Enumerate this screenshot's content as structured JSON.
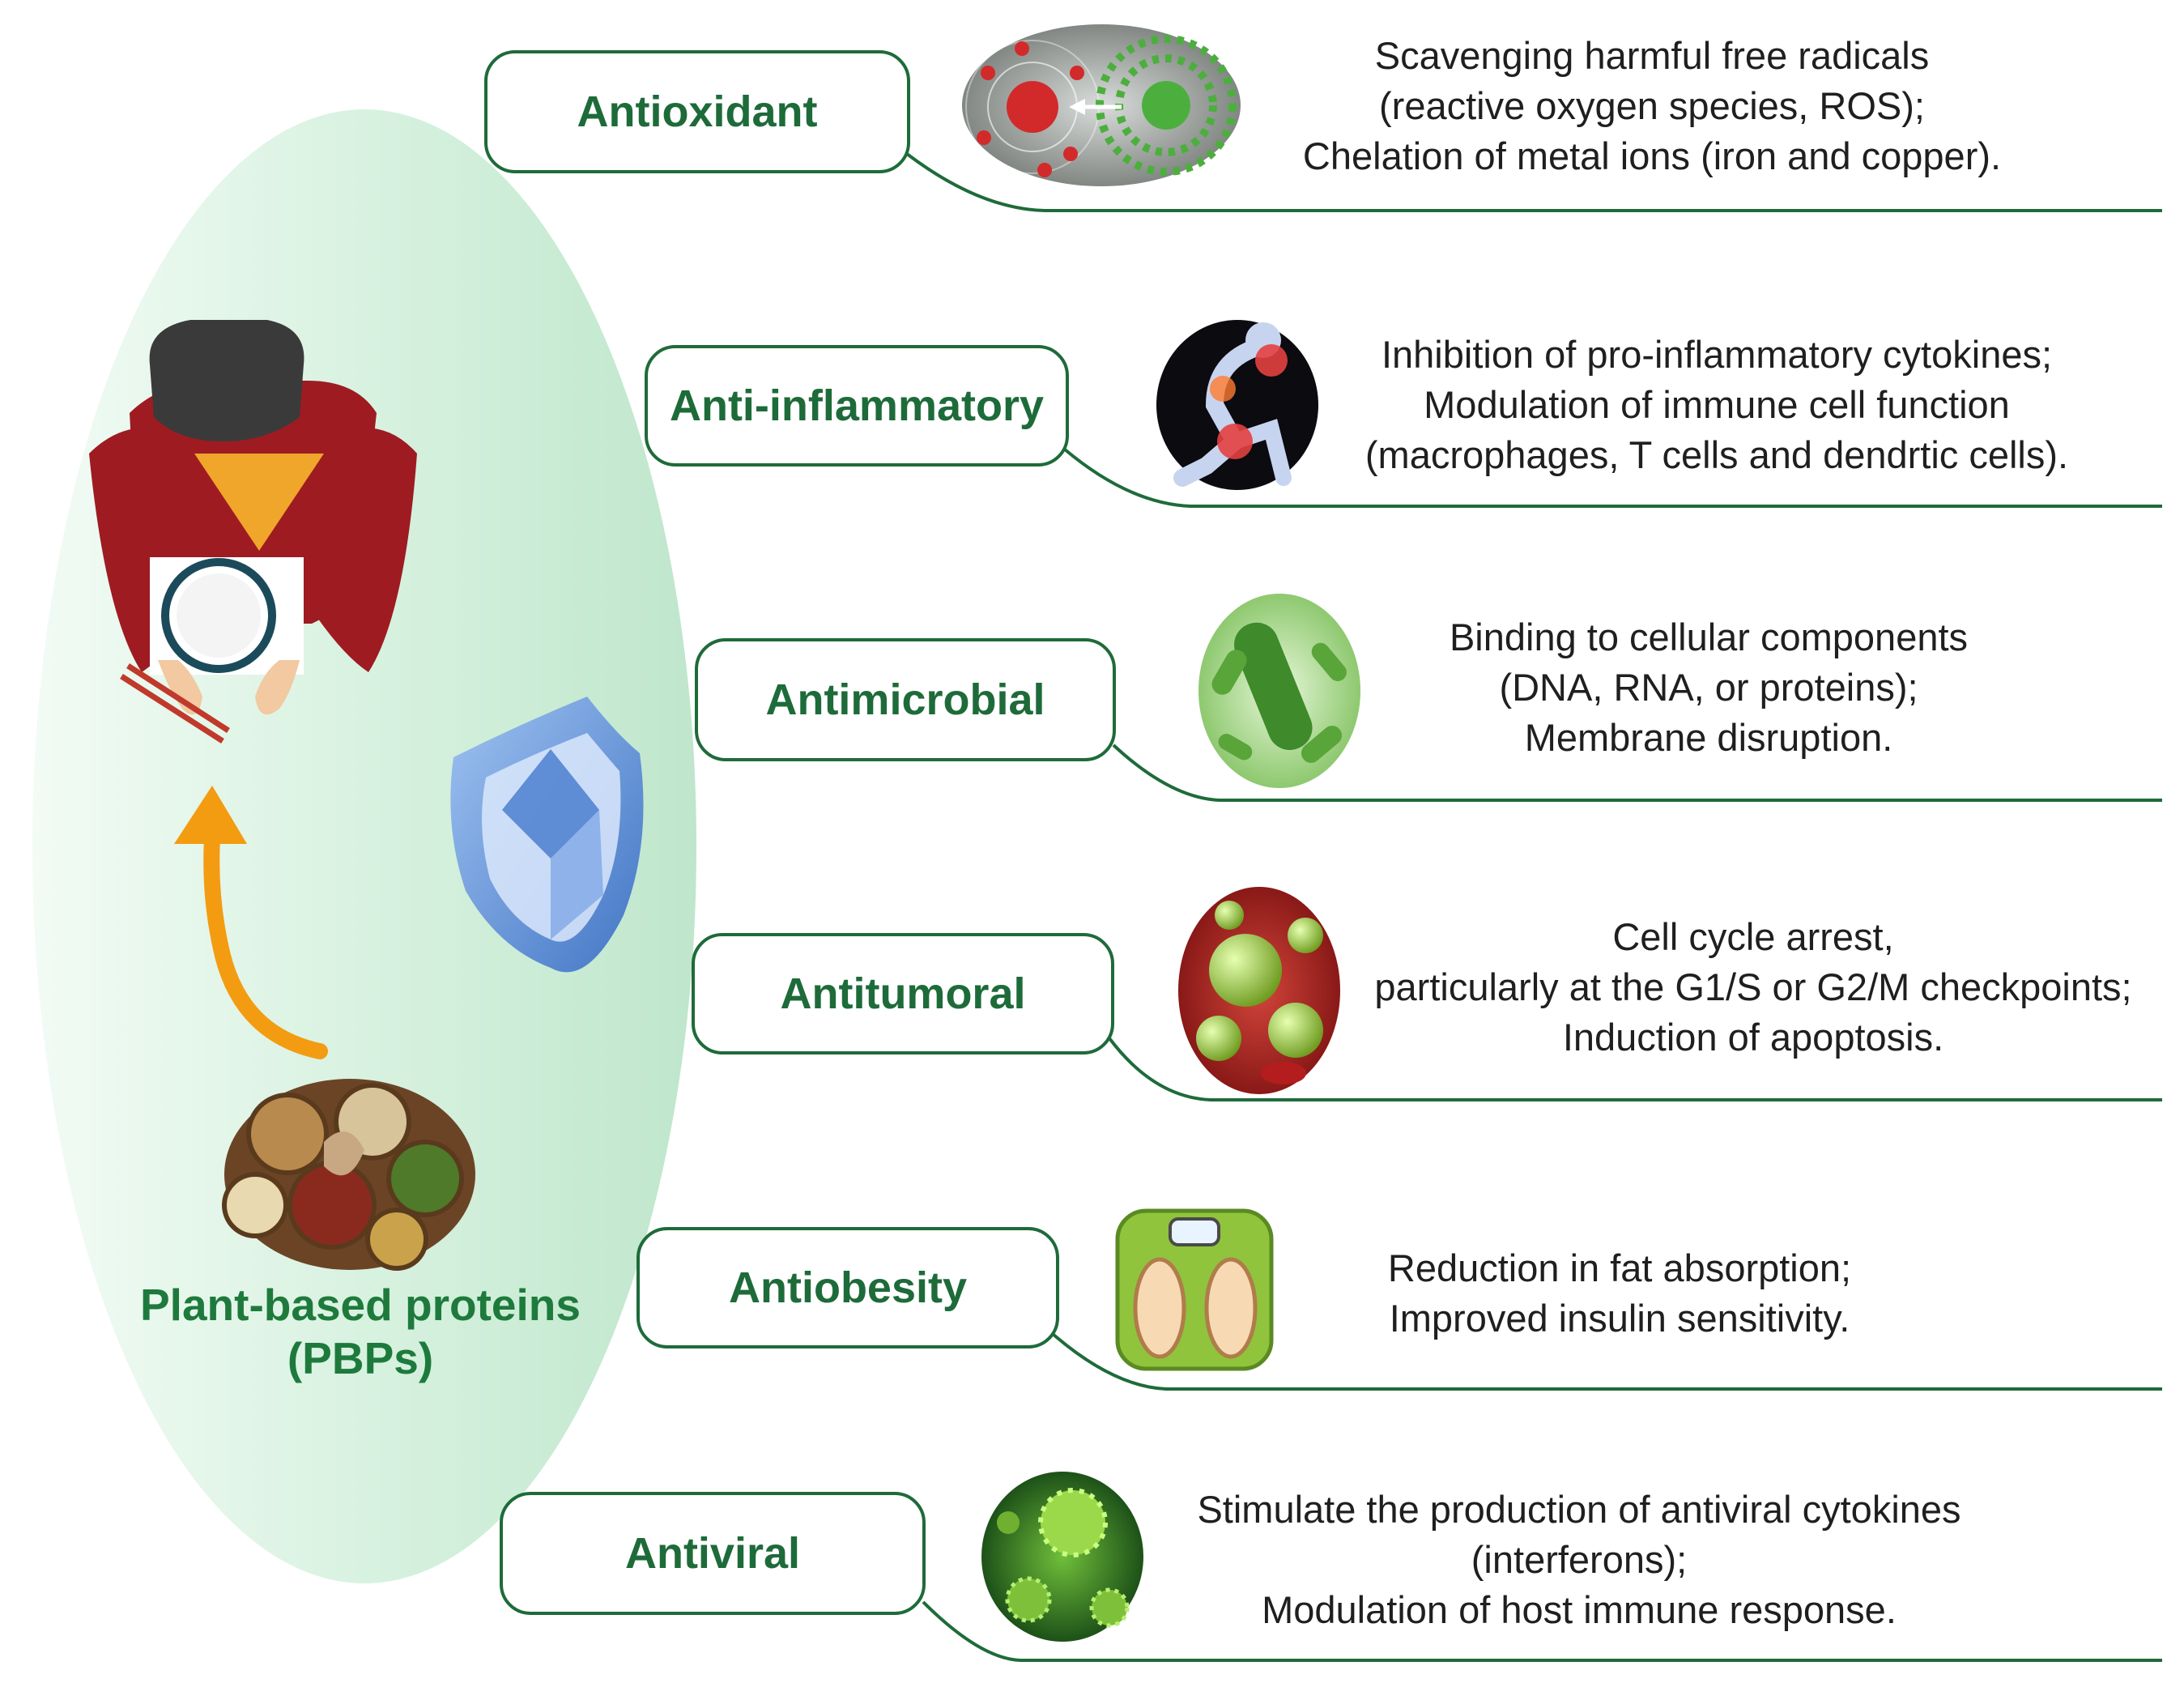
{
  "title": "Plant-based proteins (PBPs)",
  "center": {
    "label_line1": "Plant-based proteins",
    "label_line2": "(PBPs)"
  },
  "colors": {
    "accent_green": "#1e6b3a",
    "label_green": "#1e7a3c",
    "ellipse_fill": "#cdeed8",
    "arrow_orange": "#f39c12",
    "shield_blue": "#5b8fdd"
  },
  "icons": [
    "person-eating-icon",
    "arrow-up-icon",
    "shield-icon",
    "legumes-bowl-icon",
    "atom-icon",
    "joint-pain-icon",
    "bacteria-icon",
    "tumor-cell-icon",
    "weighing-scale-icon",
    "virus-icon"
  ],
  "activities": [
    {
      "label": "Antioxidant",
      "icon": "atom-icon",
      "lines": [
        "Scavenging harmful free radicals",
        "(reactive oxygen species, ROS);",
        "Chelation of metal ions (iron and copper)."
      ]
    },
    {
      "label": "Anti-inflammatory",
      "icon": "joint-pain-icon",
      "lines": [
        "Inhibition of pro-inflammatory cytokines;",
        "Modulation of immune cell function",
        "(macrophages, T cells and dendrtic cells)."
      ]
    },
    {
      "label": "Antimicrobial",
      "icon": "bacteria-icon",
      "lines": [
        "Binding to cellular components",
        "(DNA, RNA, or proteins);",
        "Membrane disruption."
      ]
    },
    {
      "label": "Antitumoral",
      "icon": "tumor-cell-icon",
      "lines": [
        "Cell cycle arrest,",
        "particularly at the G1/S or G2/M checkpoints;",
        "Induction of apoptosis."
      ]
    },
    {
      "label": "Antiobesity",
      "icon": "weighing-scale-icon",
      "lines": [
        "Reduction in fat absorption;",
        "Improved insulin sensitivity."
      ]
    },
    {
      "label": "Antiviral",
      "icon": "virus-icon",
      "lines": [
        "Stimulate the production of antiviral cytokines",
        "(interferons);",
        "Modulation of host immune response."
      ]
    }
  ]
}
